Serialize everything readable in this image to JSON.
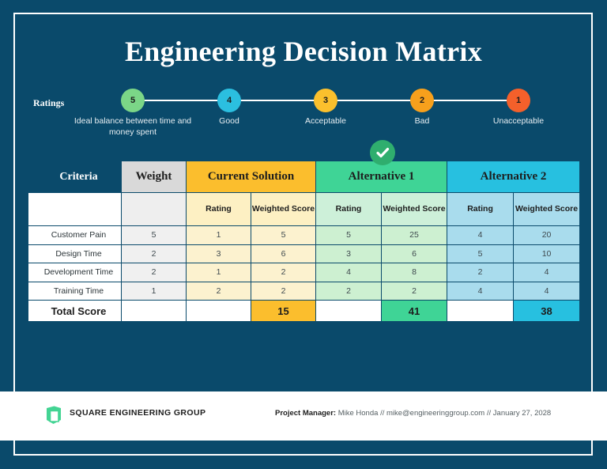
{
  "page": {
    "title": "Engineering Decision Matrix",
    "background_color": "#0a4a6b",
    "frame_color": "#ffffff"
  },
  "ratings": {
    "label": "Ratings",
    "scale": [
      {
        "value": "5",
        "caption": "Ideal balance between time and money spent",
        "color": "#7bd687"
      },
      {
        "value": "4",
        "caption": "Good",
        "color": "#2bbfe0"
      },
      {
        "value": "3",
        "caption": "Acceptable",
        "color": "#fbc02d"
      },
      {
        "value": "2",
        "caption": "Bad",
        "color": "#f7a01c"
      },
      {
        "value": "1",
        "caption": "Unacceptable",
        "color": "#f4602b"
      }
    ]
  },
  "matrix": {
    "criteria_header": "Criteria",
    "groups": [
      {
        "label": "Weight",
        "color": "#d9d9d9"
      },
      {
        "label": "Current Solution",
        "color": "#fbbe2d"
      },
      {
        "label": "Alternative 1",
        "color": "#3fd496"
      },
      {
        "label": "Alternative 2",
        "color": "#27c0e0"
      }
    ],
    "sub_headers": {
      "rating": "Rating",
      "weighted_score": "Weighted Score"
    },
    "recommended_group": "Alternative 1",
    "recommended_icon": "check-circle-icon",
    "rows": [
      {
        "criteria": "Customer Pain",
        "weight": "5",
        "current_rating": "1",
        "current_score": "5",
        "alt1_rating": "5",
        "alt1_score": "25",
        "alt2_rating": "4",
        "alt2_score": "20"
      },
      {
        "criteria": "Design Time",
        "weight": "2",
        "current_rating": "3",
        "current_score": "6",
        "alt1_rating": "3",
        "alt1_score": "6",
        "alt2_rating": "5",
        "alt2_score": "10"
      },
      {
        "criteria": "Development Time",
        "weight": "2",
        "current_rating": "1",
        "current_score": "2",
        "alt1_rating": "4",
        "alt1_score": "8",
        "alt2_rating": "2",
        "alt2_score": "4"
      },
      {
        "criteria": "Training Time",
        "weight": "1",
        "current_rating": "2",
        "current_score": "2",
        "alt1_rating": "2",
        "alt1_score": "2",
        "alt2_rating": "4",
        "alt2_score": "4"
      }
    ],
    "total": {
      "label": "Total Score",
      "weight": "",
      "current_rating": "",
      "current_score": "15",
      "alt1_rating": "",
      "alt1_score": "41",
      "alt2_rating": "",
      "alt2_score": "38"
    }
  },
  "footer": {
    "logo_icon": "cube-logo-icon",
    "brand": "SQUARE  ENGINEERING GROUP",
    "project_manager_label": "Project Manager:",
    "project_manager_name": "Mike Honda",
    "separator_1": "//",
    "email": "mike@engineeringgroup.com",
    "separator_2": "//",
    "date": "January 27, 2028"
  }
}
